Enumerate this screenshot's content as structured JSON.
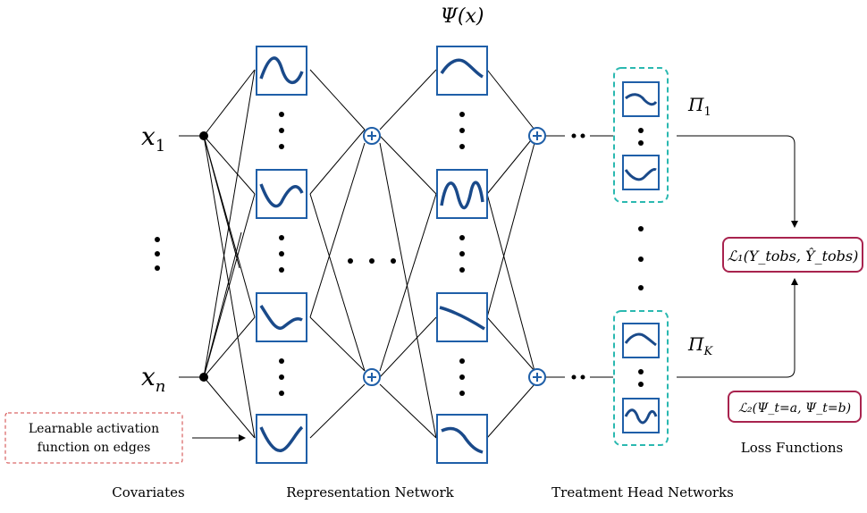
{
  "title": "Ψ(x)",
  "inputs": {
    "x1": "x",
    "x1_sub": "1",
    "xn": "x",
    "xn_sub": "n"
  },
  "heads": {
    "pi1": "Π",
    "pi1_sub": "1",
    "piK": "Π",
    "piK_sub": "K"
  },
  "losses": {
    "loss1": "ℒ₁(Y_tobs, Ŷ_tobs)",
    "loss2": "ℒ₂(Ψ_t=a, Ψ_t=b)",
    "caption": "Loss Functions"
  },
  "annotation": {
    "line1": "Learnable activation",
    "line2": "function on edges"
  },
  "sections": {
    "covariates": "Covariates",
    "representation": "Representation Network",
    "treatment": "Treatment Head Networks"
  },
  "colors": {
    "blue": "#1f5fa8",
    "teal": "#2ab8b0",
    "crimson": "#a8234e",
    "dashed_red": "#d04040"
  }
}
